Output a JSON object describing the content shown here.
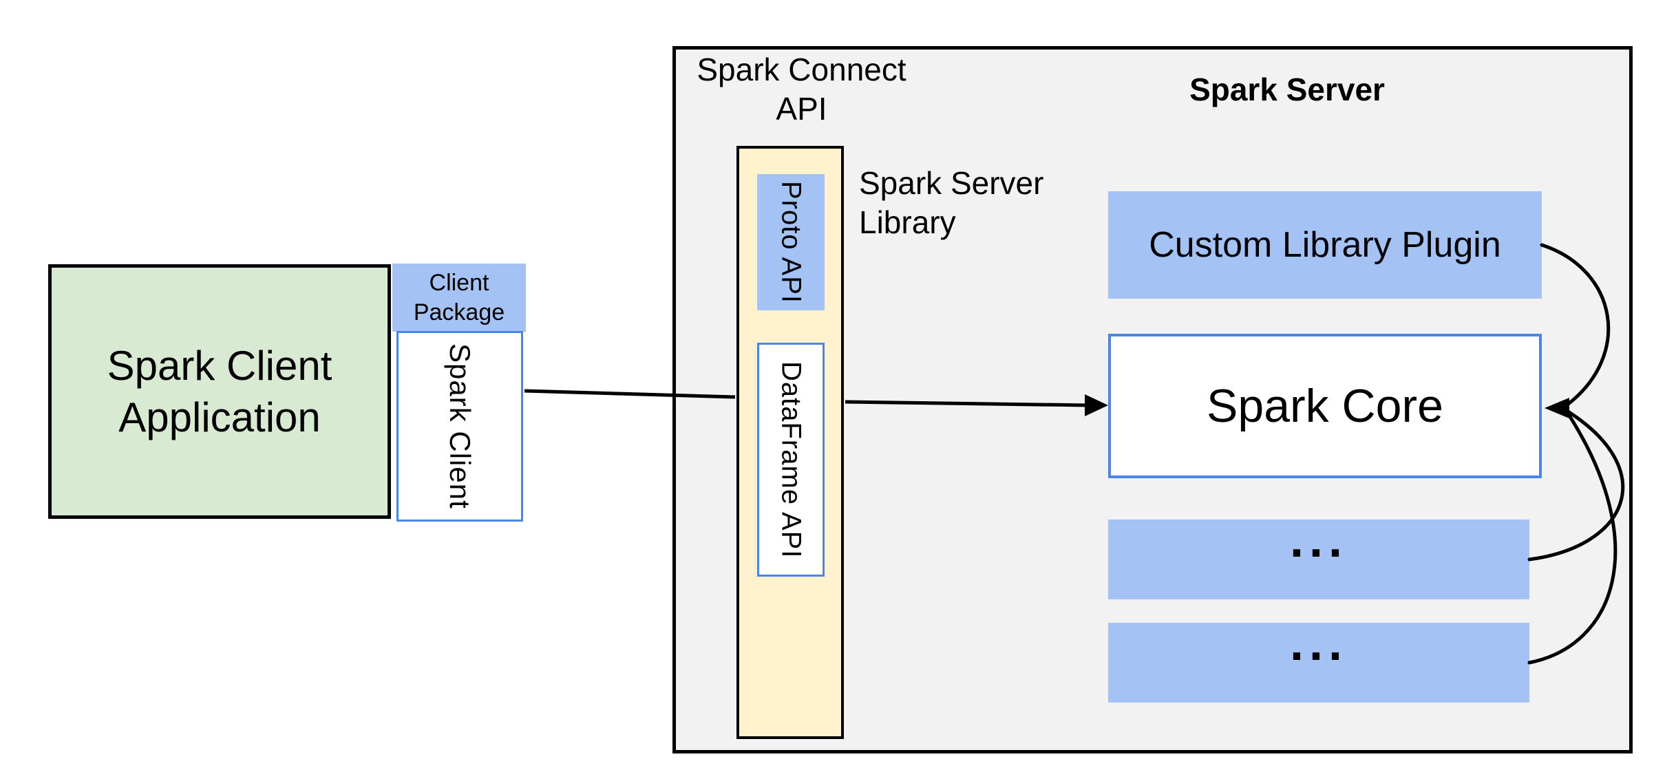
{
  "colors": {
    "background": "#ffffff",
    "green_fill": "#d9ead3",
    "blue_fill": "#a4c2f4",
    "yellow_fill": "#fff2cc",
    "gray_fill": "#f2f2f2",
    "blue_border": "#4a86e8",
    "line_black": "#000000"
  },
  "client": {
    "application_label": "Spark Client\nApplication",
    "package_label": "Client\nPackage",
    "spark_client_label": "Spark Client"
  },
  "connect_api": {
    "title": "Spark Connect\nAPI",
    "proto_api_label": "Proto API",
    "dataframe_api_label": "DataFrame API",
    "server_library_label": "Spark Server\nLibrary"
  },
  "server": {
    "title": "Spark Server",
    "plugin_label": "Custom Library Plugin",
    "core_label": "Spark Core",
    "worker1_label": "...",
    "worker2_label": "..."
  }
}
